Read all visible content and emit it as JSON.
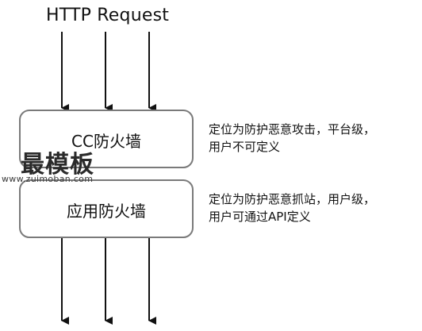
{
  "request_label": "HTTP Request",
  "firewalls": {
    "cc": {
      "label": "CC防火墙",
      "note_line1": "定位为防护恶意攻击，平台级，",
      "note_line2": "用户不可定义"
    },
    "app": {
      "label": "应用防火墙",
      "note_line1": "定位为防护恶意抓站，用户级，",
      "note_line2": "用户可通过API定义"
    }
  },
  "watermark": {
    "logo_text": "最模板",
    "url_text": "www.zuimoban.com"
  },
  "colors": {
    "arrow": "#111111",
    "box_border": "#7a7a7a"
  }
}
